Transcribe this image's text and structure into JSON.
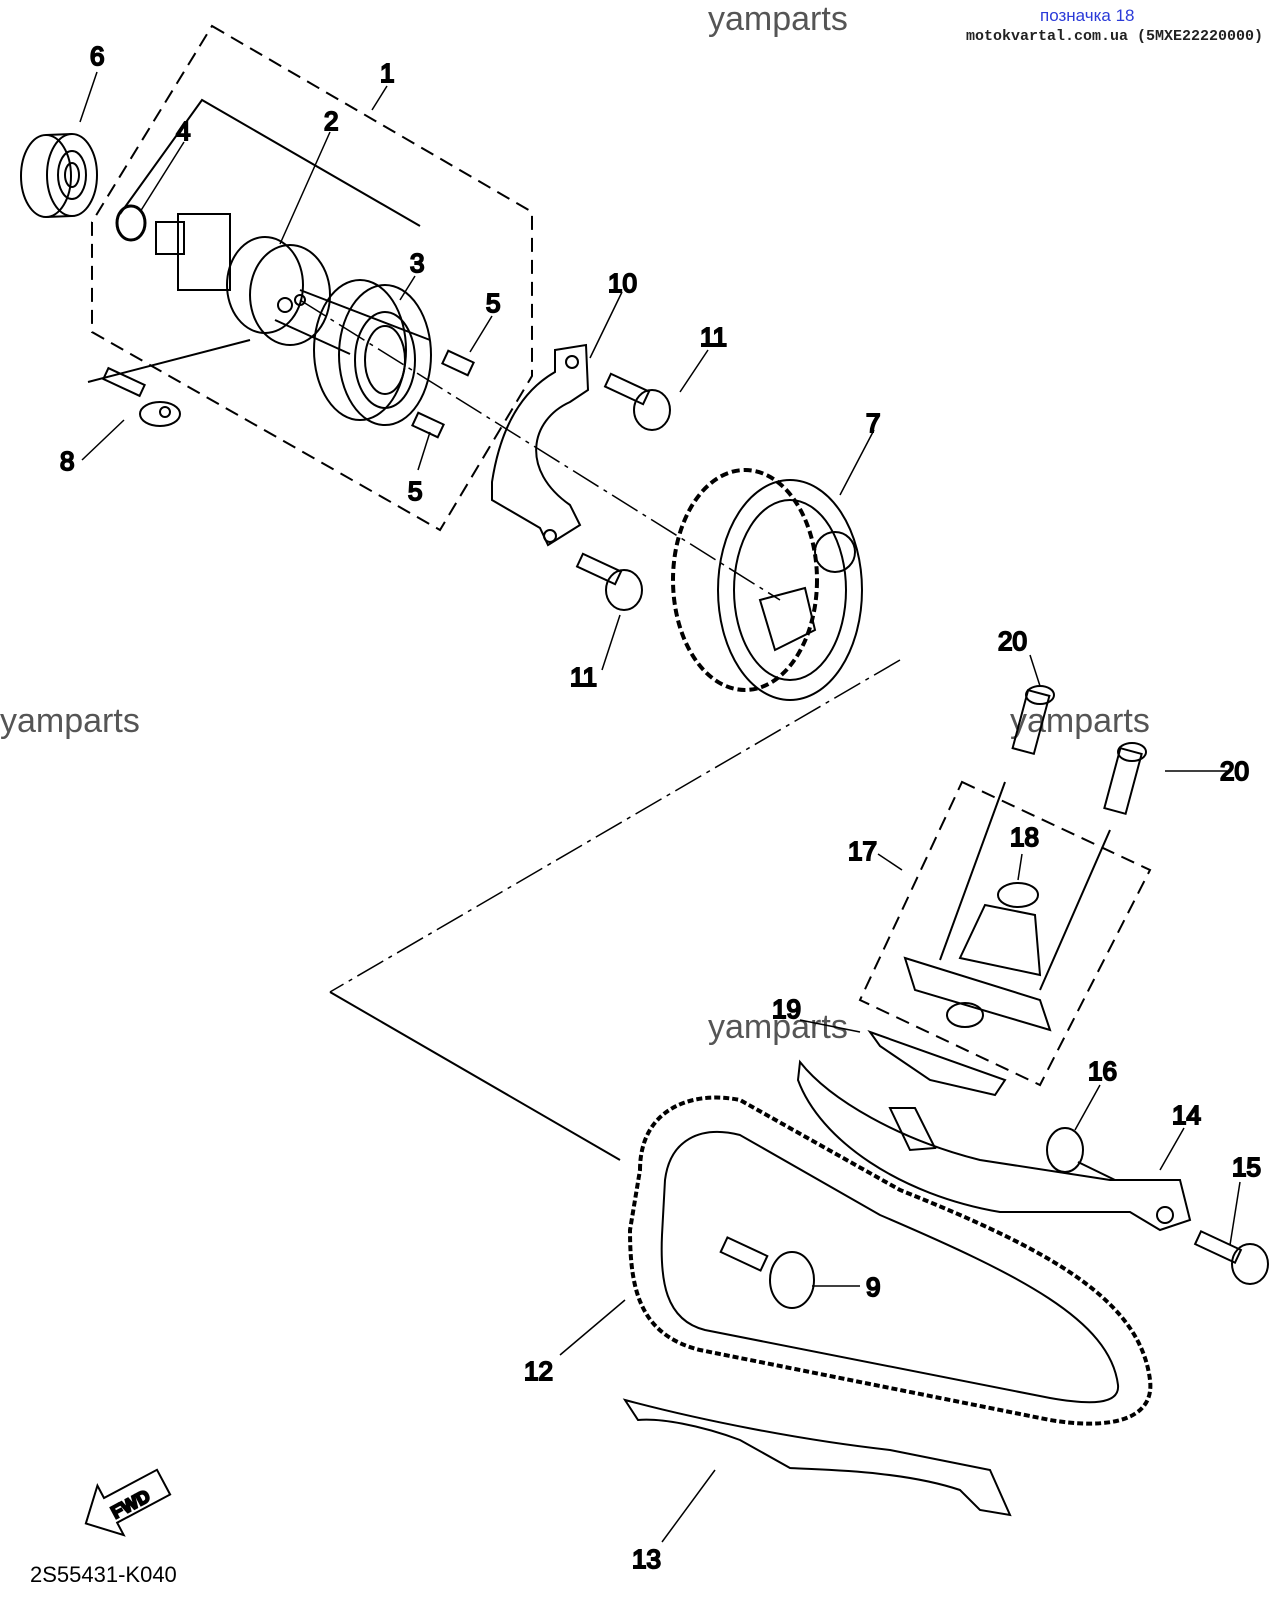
{
  "header": {
    "label": "позначка 18",
    "source": "motokvartal.com.ua (5MXE22220000)"
  },
  "watermarks": [
    "yamparts",
    "yamparts",
    "yamparts",
    "yamparts"
  ],
  "diagram_code": "2S55431-K040",
  "fwd_label": "FWD",
  "callouts": [
    "1",
    "2",
    "3",
    "4",
    "5",
    "5",
    "6",
    "7",
    "8",
    "9",
    "10",
    "11",
    "11",
    "12",
    "13",
    "14",
    "15",
    "16",
    "17",
    "18",
    "19",
    "20",
    "20"
  ]
}
